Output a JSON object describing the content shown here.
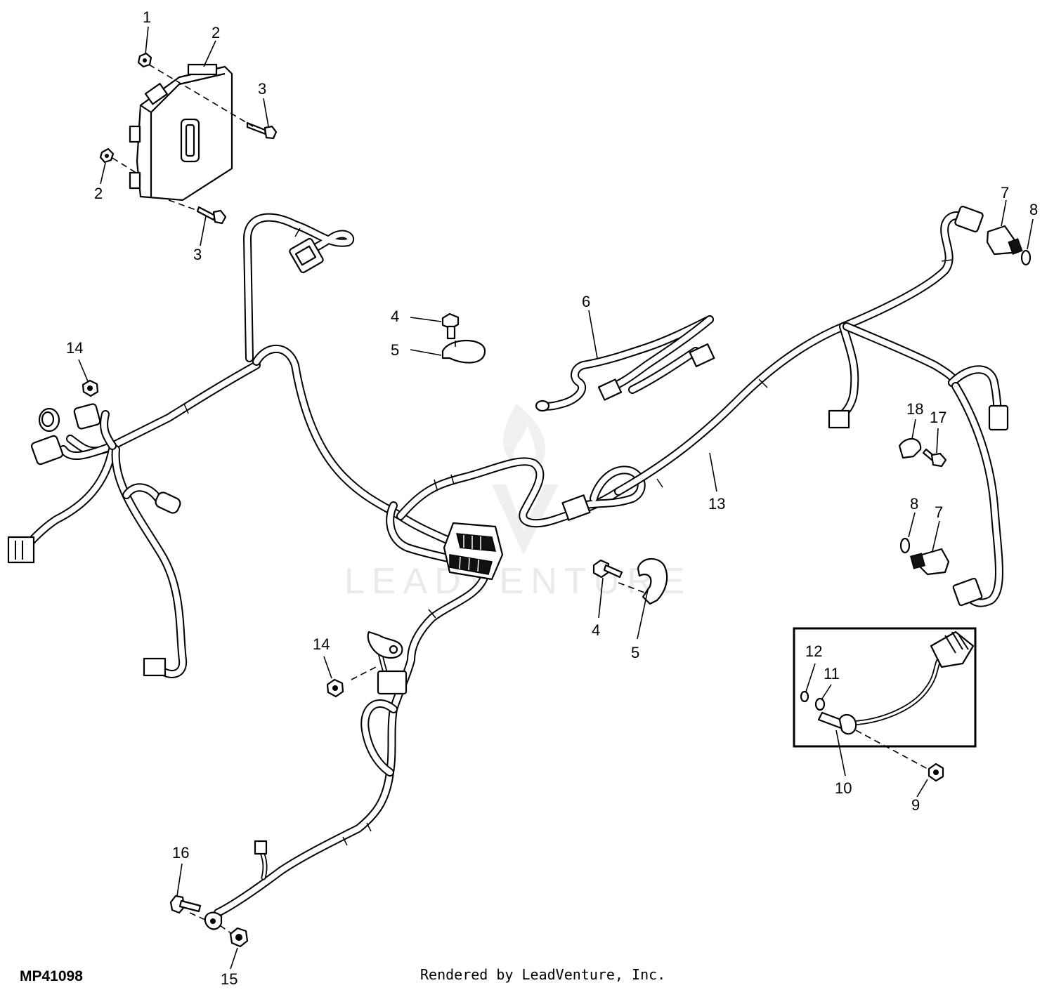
{
  "figure_id": "MP41098",
  "credit": "Rendered by LeadVenture, Inc.",
  "watermark": "LEADVENTURE",
  "callouts": [
    {
      "id": "c1",
      "label": "1"
    },
    {
      "id": "c2a",
      "label": "2"
    },
    {
      "id": "c2b",
      "label": "2"
    },
    {
      "id": "c3a",
      "label": "3"
    },
    {
      "id": "c3b",
      "label": "3"
    },
    {
      "id": "c4a",
      "label": "4"
    },
    {
      "id": "c4b",
      "label": "4"
    },
    {
      "id": "c5a",
      "label": "5"
    },
    {
      "id": "c5b",
      "label": "5"
    },
    {
      "id": "c6",
      "label": "6"
    },
    {
      "id": "c7a",
      "label": "7"
    },
    {
      "id": "c7b",
      "label": "7"
    },
    {
      "id": "c8a",
      "label": "8"
    },
    {
      "id": "c8b",
      "label": "8"
    },
    {
      "id": "c9",
      "label": "9"
    },
    {
      "id": "c10",
      "label": "10"
    },
    {
      "id": "c11",
      "label": "11"
    },
    {
      "id": "c12",
      "label": "12"
    },
    {
      "id": "c13",
      "label": "13"
    },
    {
      "id": "c14a",
      "label": "14"
    },
    {
      "id": "c14b",
      "label": "14"
    },
    {
      "id": "c15",
      "label": "15"
    },
    {
      "id": "c16",
      "label": "16"
    },
    {
      "id": "c17",
      "label": "17"
    },
    {
      "id": "c18",
      "label": "18"
    }
  ]
}
